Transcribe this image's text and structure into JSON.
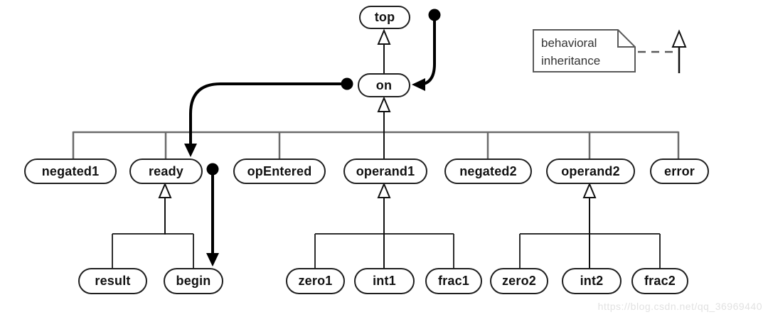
{
  "diagram": {
    "type": "statechart-behavioral-inheritance-tree",
    "nodes": [
      {
        "id": "top",
        "label": "top",
        "parent": null
      },
      {
        "id": "on",
        "label": "on",
        "parent": "top"
      },
      {
        "id": "negated1",
        "label": "negated1",
        "parent": "on"
      },
      {
        "id": "ready",
        "label": "ready",
        "parent": "on"
      },
      {
        "id": "opEntered",
        "label": "opEntered",
        "parent": "on"
      },
      {
        "id": "operand1",
        "label": "operand1",
        "parent": "on"
      },
      {
        "id": "negated2",
        "label": "negated2",
        "parent": "on"
      },
      {
        "id": "operand2",
        "label": "operand2",
        "parent": "on"
      },
      {
        "id": "error",
        "label": "error",
        "parent": "on"
      },
      {
        "id": "result",
        "label": "result",
        "parent": "ready"
      },
      {
        "id": "begin",
        "label": "begin",
        "parent": "ready"
      },
      {
        "id": "zero1",
        "label": "zero1",
        "parent": "operand1"
      },
      {
        "id": "int1",
        "label": "int1",
        "parent": "operand1"
      },
      {
        "id": "frac1",
        "label": "frac1",
        "parent": "operand1"
      },
      {
        "id": "zero2",
        "label": "zero2",
        "parent": "operand2"
      },
      {
        "id": "int2",
        "label": "int2",
        "parent": "operand2"
      },
      {
        "id": "frac2",
        "label": "frac2",
        "parent": "operand2"
      }
    ],
    "transitions": [
      {
        "from": "dot-above-right-of-top",
        "to": "on"
      },
      {
        "from": "dot-left-of-on",
        "to": "ready"
      },
      {
        "from": "dot-right-of-ready",
        "to": "begin"
      }
    ]
  },
  "legend": {
    "line1": "behavioral",
    "line2": "inheritance"
  },
  "watermark": "https://blog.csdn.net/qq_36969440",
  "colors": {
    "background": "#ffffff",
    "tree_line": "#6b6b6b",
    "node_border": "#1f1f1f",
    "transition_arrow": "#000000",
    "legend_border": "#595959",
    "watermark_text": "#e2e2e2"
  }
}
